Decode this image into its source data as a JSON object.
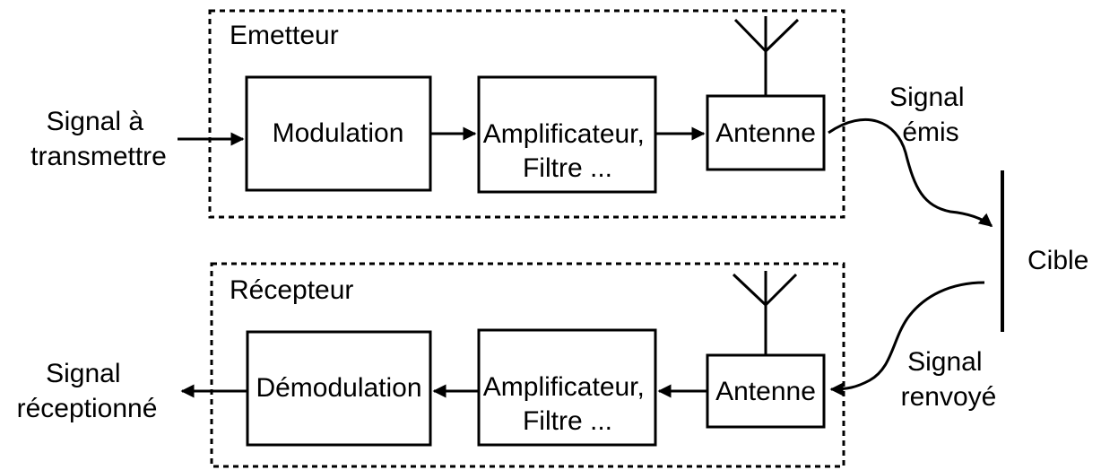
{
  "emitter": {
    "title": "Emetteur",
    "input": [
      "Signal à",
      "transmettre"
    ],
    "modulation": "Modulation",
    "amplifier": [
      "Amplificateur,",
      "Filtre ..."
    ],
    "antenna": "Antenne"
  },
  "receiver": {
    "title": "Récepteur",
    "output": [
      "Signal",
      "réceptionné"
    ],
    "demodulation": "Démodulation",
    "amplifier": [
      "Amplificateur,",
      "Filtre ..."
    ],
    "antenna": "Antenne"
  },
  "target": {
    "label": "Cible"
  },
  "emitted_signal": [
    "Signal",
    "émis"
  ],
  "returned_signal": [
    "Signal",
    "renvoyé"
  ]
}
